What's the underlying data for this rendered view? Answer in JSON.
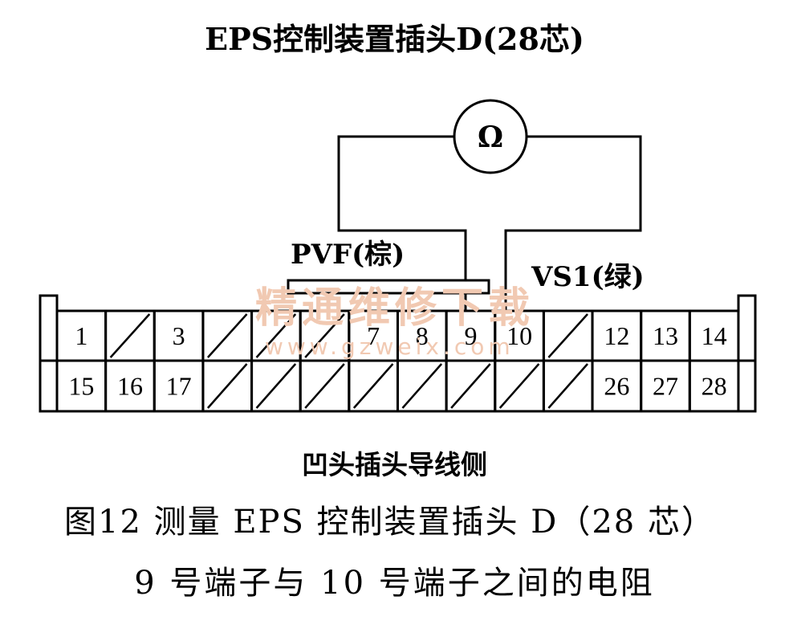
{
  "header": {
    "title": "EPS控制装置插头D(28芯)"
  },
  "meter": {
    "symbol": "Ω"
  },
  "wires": {
    "pvf_label": "PVF(棕)",
    "vs1_label": "VS1(绿)"
  },
  "connector": {
    "side_label": "凹头插头导线侧",
    "row1": [
      {
        "label": "1",
        "empty": false
      },
      {
        "label": "",
        "empty": true
      },
      {
        "label": "3",
        "empty": false
      },
      {
        "label": "",
        "empty": true
      },
      {
        "label": "",
        "empty": true
      },
      {
        "label": "",
        "empty": true
      },
      {
        "label": "7",
        "empty": false
      },
      {
        "label": "8",
        "empty": false
      },
      {
        "label": "9",
        "empty": false
      },
      {
        "label": "10",
        "empty": false
      },
      {
        "label": "",
        "empty": true
      },
      {
        "label": "12",
        "empty": false
      },
      {
        "label": "13",
        "empty": false
      },
      {
        "label": "14",
        "empty": false
      }
    ],
    "row2": [
      {
        "label": "15",
        "empty": false
      },
      {
        "label": "16",
        "empty": false
      },
      {
        "label": "17",
        "empty": false
      },
      {
        "label": "",
        "empty": true
      },
      {
        "label": "",
        "empty": true
      },
      {
        "label": "",
        "empty": true
      },
      {
        "label": "",
        "empty": true
      },
      {
        "label": "",
        "empty": true
      },
      {
        "label": "",
        "empty": true
      },
      {
        "label": "",
        "empty": true
      },
      {
        "label": "",
        "empty": true
      },
      {
        "label": "26",
        "empty": false
      },
      {
        "label": "27",
        "empty": false
      },
      {
        "label": "28",
        "empty": false
      }
    ]
  },
  "watermark": {
    "cn": "精通维修下载",
    "url": "www.gzweix.com"
  },
  "caption": {
    "line1": "图12  测量 EPS 控制装置插头 D（28 芯）",
    "line2": "9 号端子与 10 号端子之间的电阻"
  }
}
